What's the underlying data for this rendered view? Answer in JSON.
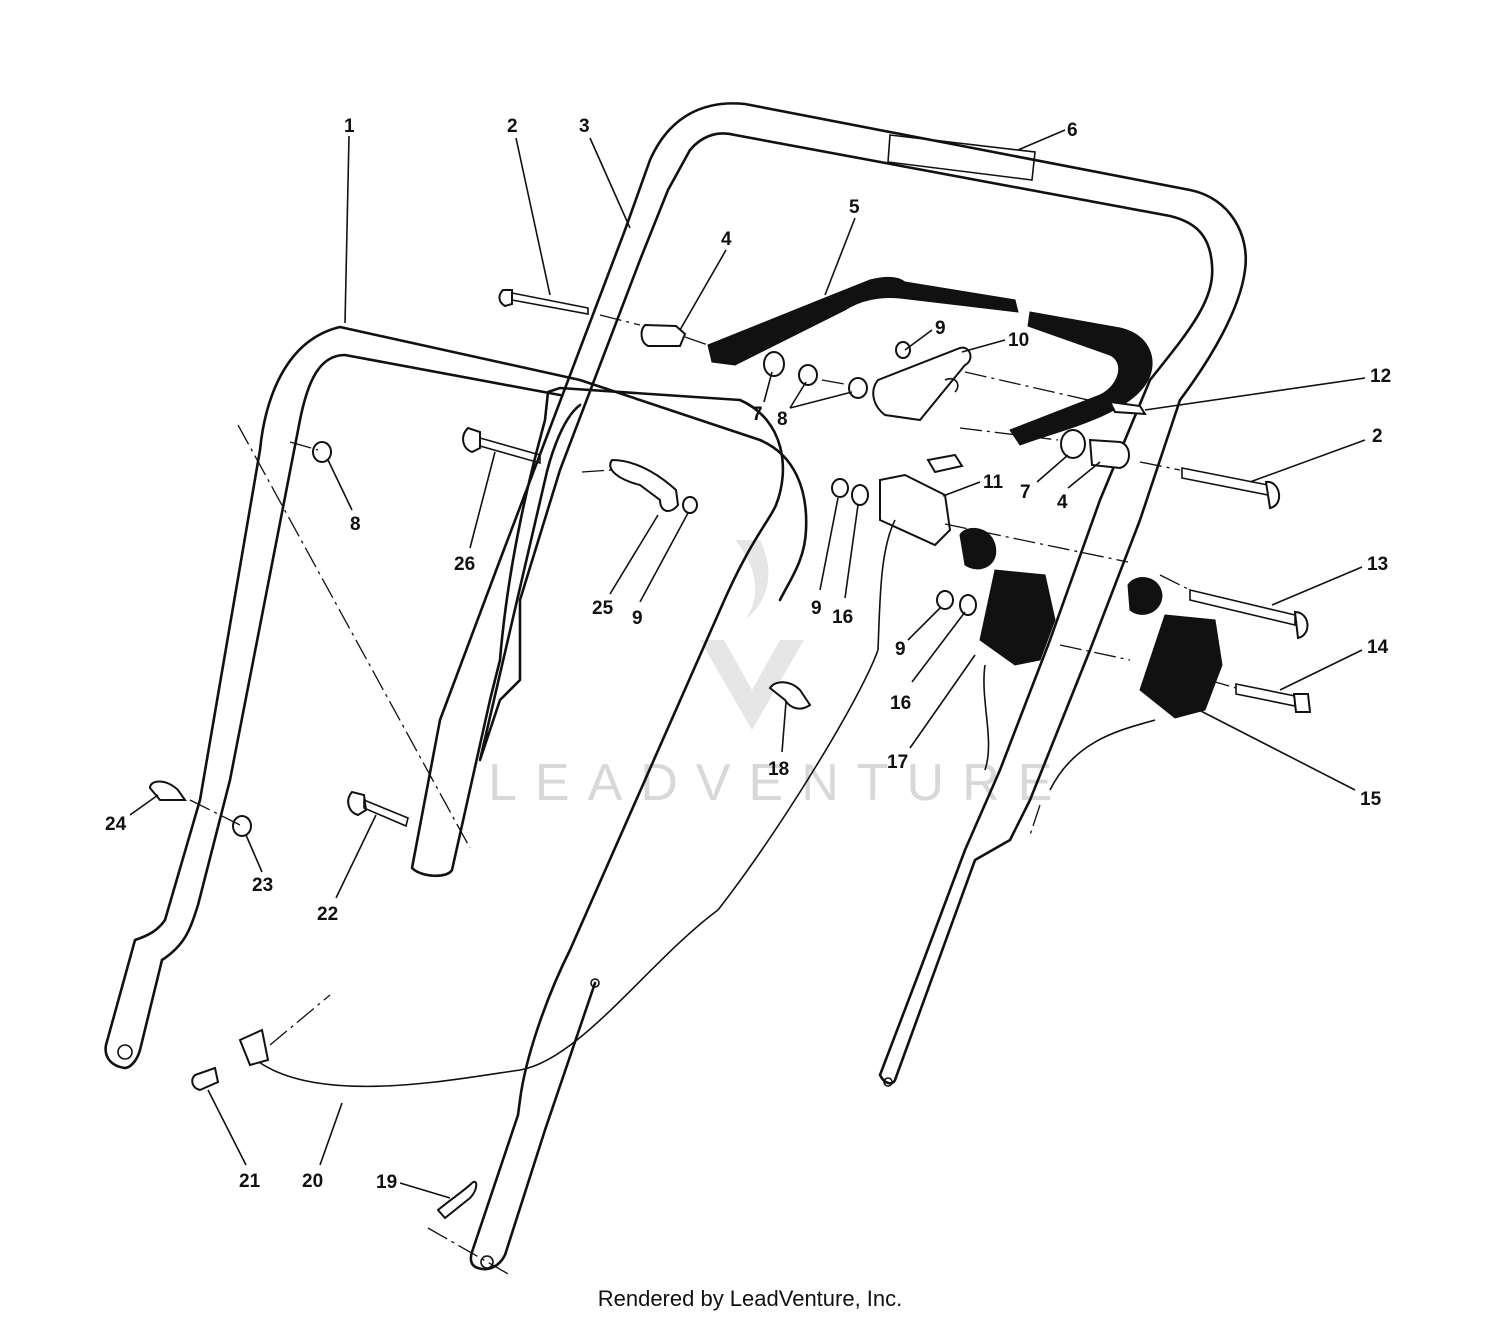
{
  "diagram": {
    "callouts": [
      {
        "label": "1"
      },
      {
        "label": "2"
      },
      {
        "label": "3"
      },
      {
        "label": "4"
      },
      {
        "label": "5"
      },
      {
        "label": "6"
      },
      {
        "label": "9"
      },
      {
        "label": "10"
      },
      {
        "label": "12"
      },
      {
        "label": "7"
      },
      {
        "label": "8"
      },
      {
        "label": "2"
      },
      {
        "label": "7"
      },
      {
        "label": "4"
      },
      {
        "label": "11"
      },
      {
        "label": "8"
      },
      {
        "label": "26"
      },
      {
        "label": "25"
      },
      {
        "label": "9"
      },
      {
        "label": "9"
      },
      {
        "label": "16"
      },
      {
        "label": "13"
      },
      {
        "label": "9"
      },
      {
        "label": "16"
      },
      {
        "label": "14"
      },
      {
        "label": "17"
      },
      {
        "label": "15"
      },
      {
        "label": "18"
      },
      {
        "label": "24"
      },
      {
        "label": "23"
      },
      {
        "label": "22"
      },
      {
        "label": "21"
      },
      {
        "label": "20"
      },
      {
        "label": "19"
      }
    ]
  },
  "watermark": {
    "text": "LEADVENTURE"
  },
  "footer": {
    "text": "Rendered by LeadVenture, Inc."
  }
}
